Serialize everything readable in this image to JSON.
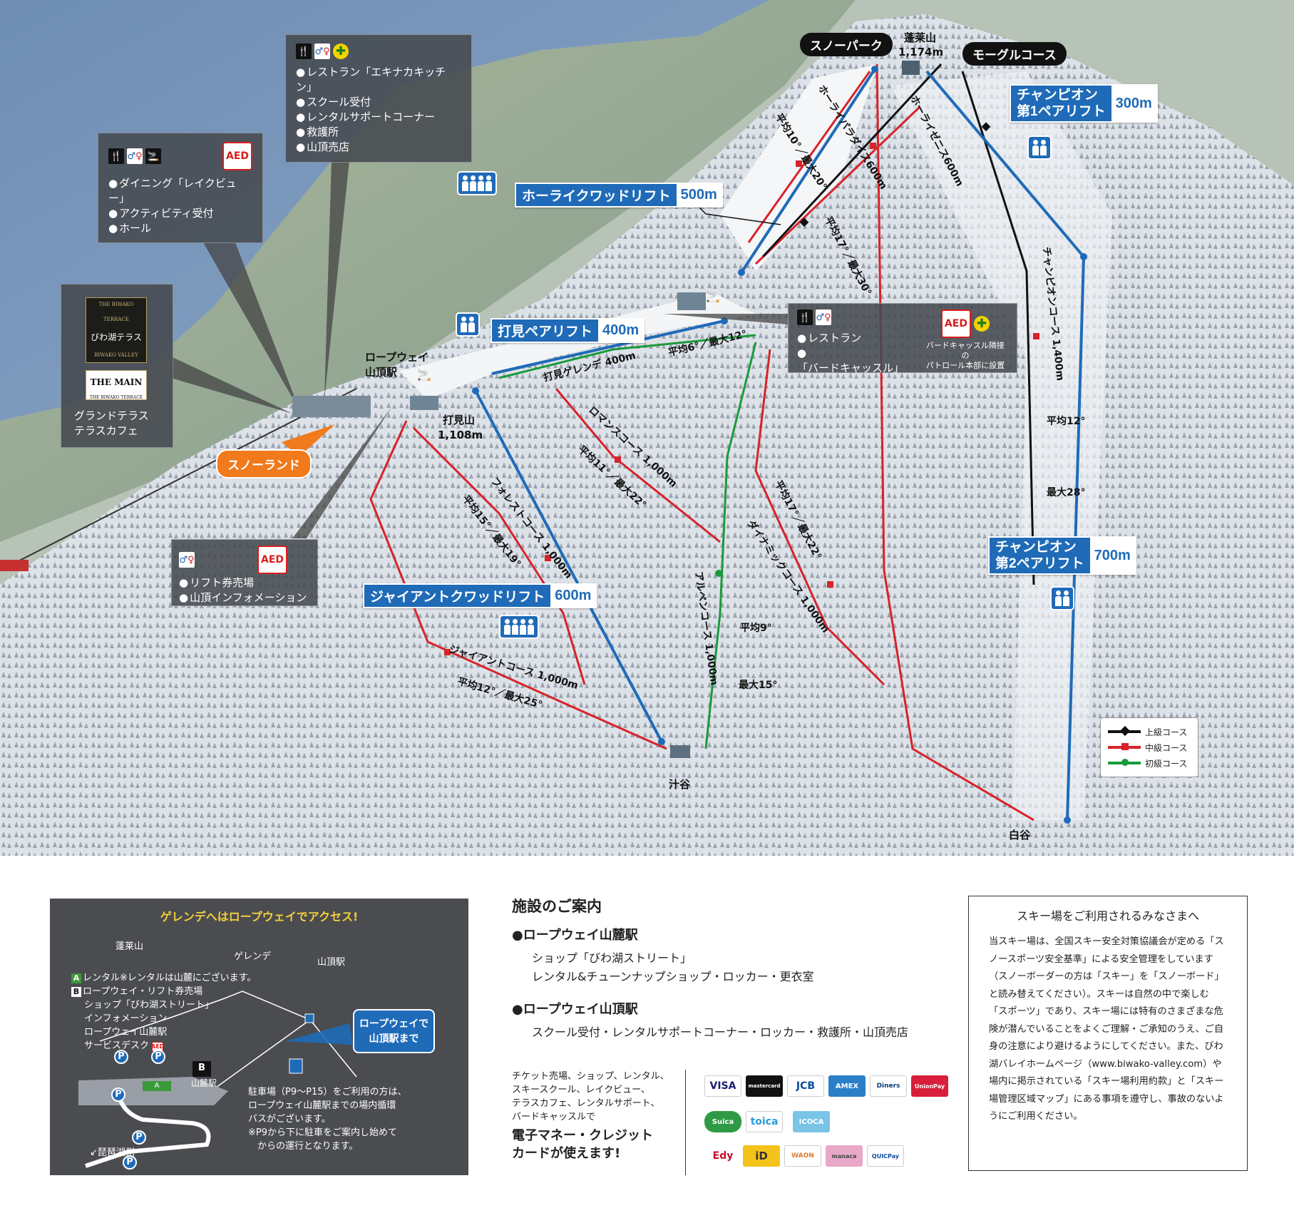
{
  "facility_boxes": {
    "ekinaka": {
      "items": [
        "レストラン「エキナカキッチン」",
        "スクール受付",
        "レンタルサポートコーナー",
        "救護所",
        "山頂売店"
      ]
    },
    "lakeview": {
      "aed": "AED",
      "items": [
        "ダイニング「レイクビュー」",
        "アクティビティ受付",
        "ホール"
      ]
    },
    "terrace": {
      "logo_top_line1": "THE BIWAKO TERRACE",
      "logo_top_line2": "びわ湖テラス",
      "logo_top_line3": "BIWAKO VALLEY",
      "logo_bottom_line1": "THE MAIN",
      "logo_bottom_line2": "THE BIWAKO TERRACE",
      "items": [
        "グランドテラス",
        "テラスカフェ"
      ]
    },
    "birdcastle": {
      "aed": "AED",
      "items": [
        "レストラン",
        "「バードキャッスル」"
      ],
      "aed_note_1": "バードキャッスル隣接の",
      "aed_note_2": "パトロール本部に設置"
    },
    "ticket": {
      "aed": "AED",
      "items": [
        "リフト券売場",
        "山頂インフォメーション"
      ]
    }
  },
  "lifts": {
    "horai_quad": {
      "name": "ホーライクワッドリフト",
      "length": "500m"
    },
    "uchimi_pair": {
      "name": "打見ペアリフト",
      "length": "400m"
    },
    "champion1": {
      "name_1": "チャンピオン",
      "name_2": "第1ペアリフト",
      "length": "300m"
    },
    "champion2": {
      "name_1": "チャンピオン",
      "name_2": "第2ペアリフト",
      "length": "700m"
    },
    "giant_quad": {
      "name": "ジャイアントクワッドリフト",
      "length": "600m"
    }
  },
  "places": {
    "snowpark": "スノーパーク",
    "mogul": "モーグルコース",
    "horaisan": "蓬莱山",
    "horaisan_elev": "1,174m",
    "uchimiyama": "打見山",
    "uchimiyama_elev": "1,108m",
    "ropeway_top_1": "ロープウェイ",
    "ropeway_top_2": "山頂駅",
    "snowland": "スノーランド",
    "shirutani": "汁谷",
    "shiratani": "白谷"
  },
  "courses": {
    "horai_paradise": "ホーライパラダイス600m",
    "horai_paradise_stats": "平均10°／最大20°",
    "horai_zenith": "ホーライゼニス600m",
    "horai_zenith_stats": "平均17°／最大30°",
    "uchimi_gelande": "打見ゲレンデ 400m",
    "uchimi_gelande_stats": "平均6°／最大12°",
    "romance": "ロマンスコース 1,000m",
    "romance_stats": "平均11°／最大22°",
    "forest": "フォレストコース 1,000m",
    "forest_stats": "平均15°／最大19°",
    "giant": "ジャイアントコース 1,000m",
    "giant_stats": "平均12°／最大25°",
    "alpen": "アルペンコース 1,000m",
    "alpen_stats_1": "平均9°",
    "alpen_stats_2": "最大15°",
    "dynamic": "ダイナミックコース 1,000m",
    "dynamic_stats": "平均17°／最大22°",
    "champion": "チャンピオンコース 1,400m",
    "champion_stats_1": "平均12°",
    "champion_stats_2": "最大28°"
  },
  "legend": {
    "advanced": "上級コース",
    "intermediate": "中級コース",
    "beginner": "初級コース"
  },
  "colors": {
    "lift_blue": "#1f6bb8",
    "advanced": "#111111",
    "intermediate": "#d8232a",
    "beginner": "#1a9a3c",
    "snowland_orange": "#f07a1c"
  },
  "access": {
    "title": "ゲレンデへはロープウェイでアクセス!",
    "horaisan": "蓬莱山",
    "gelande": "ゲレンデ",
    "summit_station": "山頂駅",
    "base_station": "山麓駅",
    "item_a_badge": "A",
    "item_a": "レンタル※レンタルは山麓にございます。",
    "item_b_badge": "B",
    "item_b_lines": [
      "ロープウェイ・リフト券売場",
      "ショップ「びわ湖ストリート」",
      "インフォメーション",
      "ロープウェイ山麓駅",
      "サービスデスク"
    ],
    "ropeway_tag_1": "ロープウェイで",
    "ropeway_tag_2": "山頂駅まで",
    "parking_lines": [
      "駐車場（P9〜P15）をご利用の方は、",
      "ロープウェイ山麓駅までの場内循環",
      "バスがございます。",
      "※P9から下に駐車をご案内し始めて",
      "　からの運行となります。"
    ],
    "biwako_side": "↙琵琶湖側",
    "p_label": "P",
    "a_label": "A",
    "b_label": "B"
  },
  "facilities": {
    "title": "施設のご案内",
    "base_heading": "●ロープウェイ山麓駅",
    "base_line1": "ショップ「びわ湖ストリート」",
    "base_line2": "レンタル&チューンナップショップ・ロッカー・更衣室",
    "summit_heading": "●ロープウェイ山頂駅",
    "summit_line": "スクール受付・レンタルサポートコーナー・ロッカー・救護所・山頂売店"
  },
  "payment": {
    "note_lines": [
      "チケット売場、ショップ、レンタル、",
      "スキースクール、レイクビュー、",
      "テラスカフェ、レンタルサポート、",
      "バードキャッスルで"
    ],
    "strong_1": "電子マネー・クレジット",
    "strong_2": "カードが使えます!",
    "cards": [
      "VISA",
      "mastercard",
      "JCB",
      "AMEX",
      "Diners",
      "UnionPay",
      "Suica",
      "toica",
      "ICOCA",
      "Edy",
      "iD",
      "WAON",
      "manaca",
      "QUICPay"
    ]
  },
  "notice": {
    "title": "スキー場をご利用されるみなさまへ",
    "body": "当スキー場は、全国スキー安全対策協議会が定める「スノースポーツ安全基準」による安全管理をしています（スノーボーダーの方は「スキー」を「スノーボード」と読み替えてください）。スキーは自然の中で楽しむ「スポーツ」であり、スキー場には特有のさまざまな危険が潜んでいることをよくご理解・ご承知のうえ、ご自身の注意により避けるようにしてください。また、びわ湖バレイホームページ（www.biwako-valley.com）や場内に掲示されている「スキー場利用約款」と「スキー場管理区域マップ」にある事項を遵守し、事故のないようにご利用ください。"
  }
}
